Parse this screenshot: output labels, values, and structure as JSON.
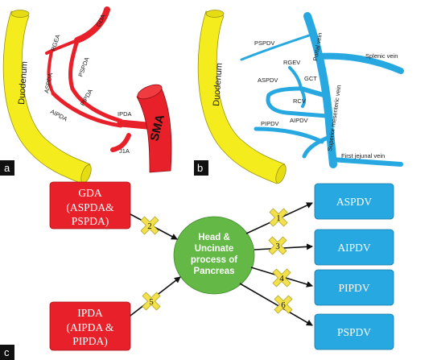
{
  "panel_a": {
    "tag": "a",
    "duodenum": "Duodenum",
    "labels": {
      "gda": "GDA",
      "rgea": "RGEA",
      "pspda": "PSPDA",
      "aspda": "ASPDA",
      "pipda": "PIPDA",
      "aipda": "AIPDA",
      "ipda": "IPDA",
      "j1a": "J1A",
      "sma": "SMA"
    }
  },
  "panel_b": {
    "tag": "b",
    "duodenum": "Duodenum",
    "labels": {
      "pspdv": "PSPDV",
      "portal": "Portal vein",
      "splenic": "Splenic vein",
      "rgev": "RGEV",
      "gct": "GCT",
      "aspdv": "ASPDV",
      "rcv": "RCV",
      "aipdv": "AIPDV",
      "pipdv": "PIPDV",
      "smv": "Superior mesenteric vein",
      "jejunal": "First jejunal vein"
    }
  },
  "panel_c": {
    "tag": "c",
    "gda": {
      "line1": "GDA",
      "line2": "(ASPDA&",
      "line3": "PSPDA)"
    },
    "ipda": {
      "line1": "IPDA",
      "line2": "(AIPDA &",
      "line3": "PIPDA)"
    },
    "pancreas": {
      "line1": "Head &",
      "line2": "Uncinate",
      "line3": "process of",
      "line4": "Pancreas"
    },
    "veins": [
      "ASPDV",
      "AIPDV",
      "PIPDV",
      "PSPDV"
    ],
    "markers": [
      "2",
      "5",
      "1",
      "3",
      "4",
      "6"
    ]
  },
  "colors": {
    "duodenum": "#f5ec1e",
    "artery": "#e8202a",
    "vein": "#27a8e0",
    "pancreas": "#63b846",
    "marker": "#f2e14a",
    "tag_bg": "#111111"
  }
}
